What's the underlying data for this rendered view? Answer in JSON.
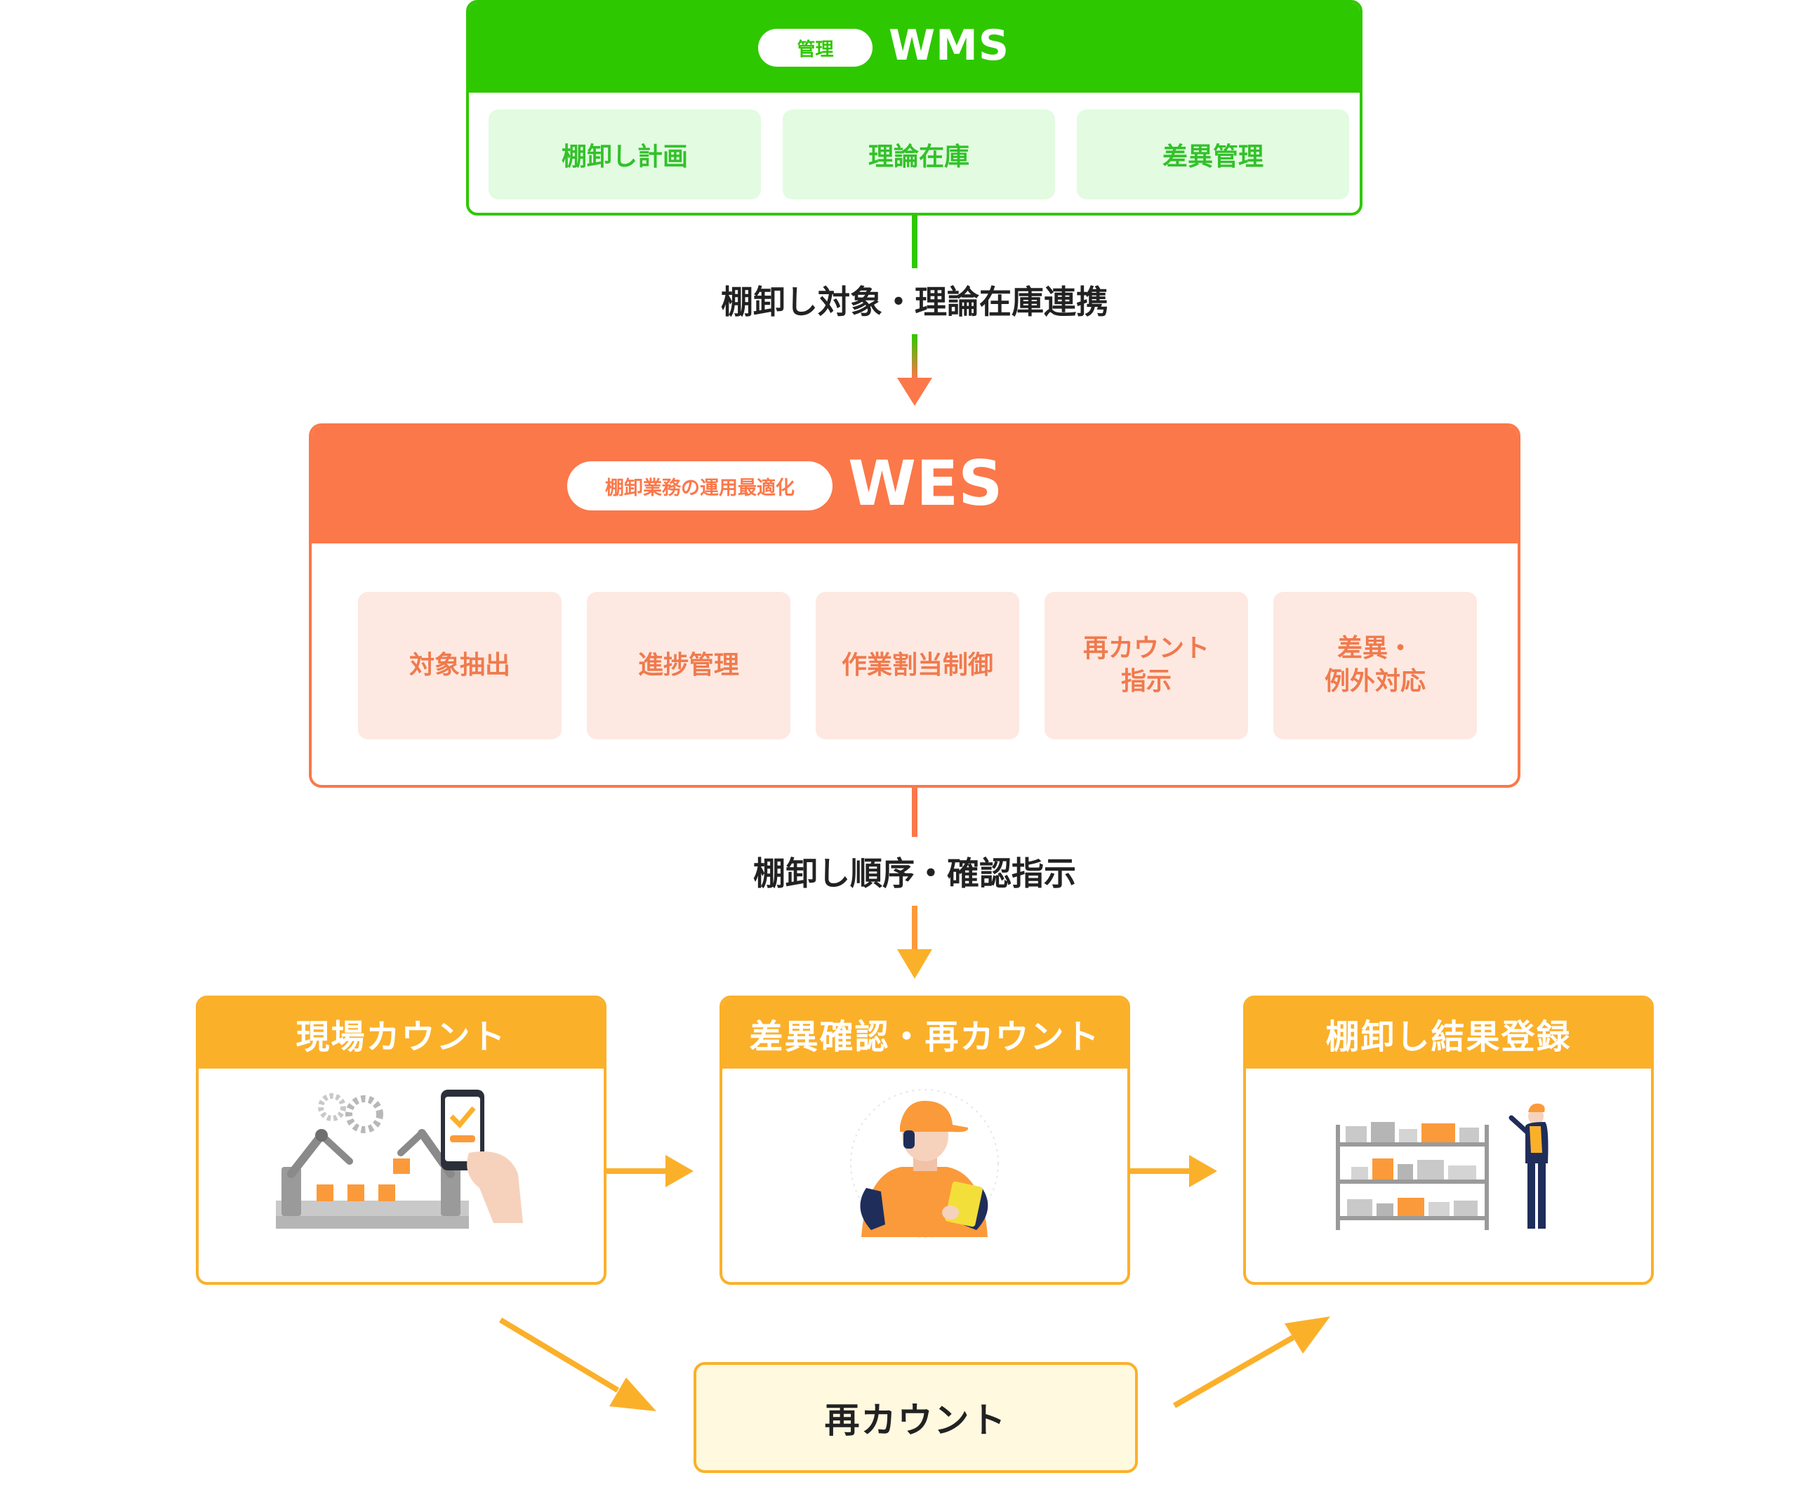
{
  "wms": {
    "badge": "管理",
    "title": "WMS",
    "cards": [
      "棚卸し計画",
      "理論在庫",
      "差異管理"
    ],
    "color": "#2ec800"
  },
  "link1": "棚卸し対象・理論在庫連携",
  "wes": {
    "badge": "棚卸業務の運用最適化",
    "title": "WES",
    "cards": [
      "対象抽出",
      "進捗管理",
      "作業割当制御",
      "再カウント\n指示",
      "差異・\n例外対応"
    ],
    "color": "#fb784a"
  },
  "link2": "棚卸し順序・確認指示",
  "steps": [
    {
      "title": "現場カウント",
      "illustration": "robot-arms-smartphone-illustration"
    },
    {
      "title": "差異確認・再カウント",
      "illustration": "worker-clipboard-illustration"
    },
    {
      "title": "棚卸し結果登録",
      "illustration": "shelf-worker-illustration"
    }
  ],
  "recount": "再カウント",
  "accent": "#fbb02a"
}
